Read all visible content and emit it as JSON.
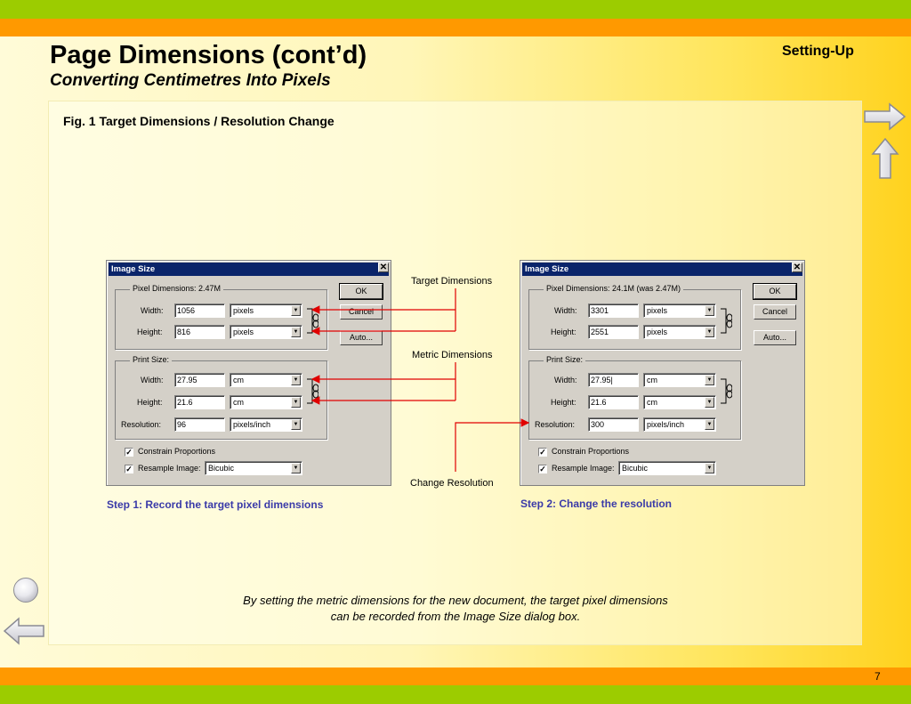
{
  "slide": {
    "title": "Page Dimensions (cont’d)",
    "subtitle": "Converting Centimetres Into Pixels",
    "section": "Setting-Up",
    "figure_caption": "Fig. 1  Target Dimensions / Resolution Change",
    "page_number": "7",
    "footer_note_line1": "By setting the metric dimensions for the new document, the target pixel dimensions",
    "footer_note_line2": "can be recorded from the Image Size dialog box."
  },
  "annotations": {
    "target_dimensions": "Target Dimensions",
    "metric_dimensions": "Metric Dimensions",
    "change_resolution": "Change Resolution",
    "arrow_color": "#e00000"
  },
  "steps": {
    "step1": "Step 1:  Record the target pixel dimensions",
    "step2": "Step 2:  Change the resolution"
  },
  "dialog_left": {
    "title": "Image Size",
    "close": "✕",
    "pixel_group": "Pixel Dimensions:  2.47M",
    "width_label": "Width:",
    "width_value": "1056",
    "width_unit": "pixels",
    "height_label": "Height:",
    "height_value": "816",
    "height_unit": "pixels",
    "print_group": "Print Size:",
    "print_width_label": "Width:",
    "print_width_value": "27.95",
    "print_width_unit": "cm",
    "print_height_label": "Height:",
    "print_height_value": "21.6",
    "print_height_unit": "cm",
    "resolution_label": "Resolution:",
    "resolution_value": "96",
    "resolution_unit": "pixels/inch",
    "constrain_label": "Constrain Proportions",
    "resample_label": "Resample Image:",
    "resample_value": "Bicubic",
    "ok_label": "OK",
    "cancel_label": "Cancel",
    "auto_label": "Auto..."
  },
  "dialog_right": {
    "title": "Image Size",
    "close": "✕",
    "pixel_group": "Pixel Dimensions:  24.1M (was 2.47M)",
    "width_label": "Width:",
    "width_value": "3301",
    "width_unit": "pixels",
    "height_label": "Height:",
    "height_value": "2551",
    "height_unit": "pixels",
    "print_group": "Print Size:",
    "print_width_label": "Width:",
    "print_width_value": "27.95|",
    "print_width_unit": "cm",
    "print_height_label": "Height:",
    "print_height_value": "21.6",
    "print_height_unit": "cm",
    "resolution_label": "Resolution:",
    "resolution_value": "300",
    "resolution_unit": "pixels/inch",
    "constrain_label": "Constrain Proportions",
    "resample_label": "Resample Image:",
    "resample_value": "Bicubic",
    "ok_label": "OK",
    "cancel_label": "Cancel",
    "auto_label": "Auto..."
  }
}
